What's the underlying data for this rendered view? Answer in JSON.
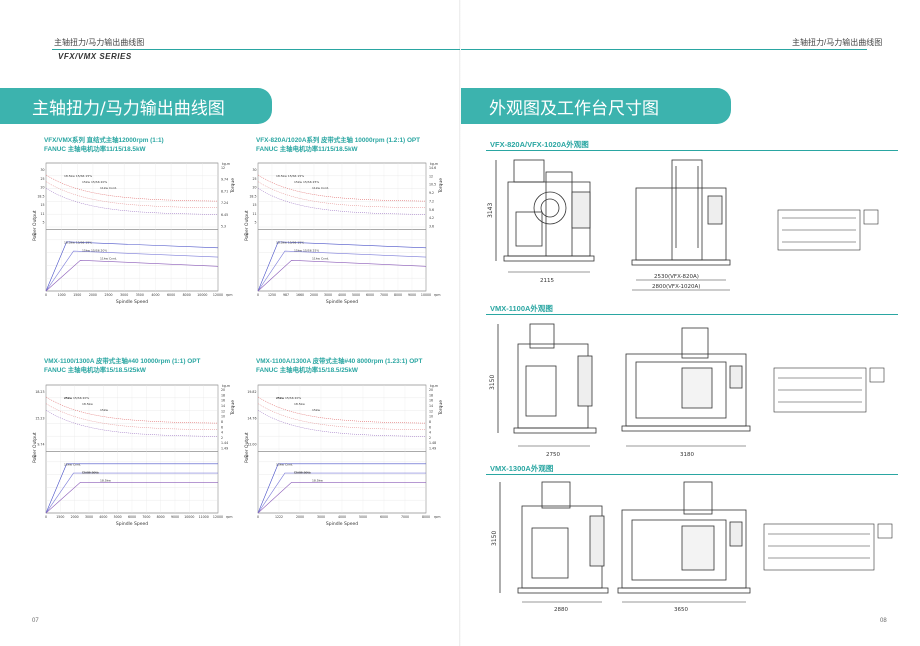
{
  "header": {
    "left_title": "主轴扭力/马力输出曲线图",
    "series": "VFX/VMX SERIES",
    "right_title": "主轴扭力/马力输出曲线图"
  },
  "left_banner": "主轴扭力/马力输出曲线图",
  "right_banner": "外观图及工作台尺寸图",
  "charts": [
    {
      "title1": "VFX/VMX系列 直结式主轴12000rpm (1:1)",
      "title2": "FANUC 主轴电机功率11/15/18.5kW",
      "xlabel": "Spindle Speed",
      "ylabel": "Power Output",
      "y2label": "Torque",
      "unit_kw": "kw",
      "unit_kgm": "kg-m",
      "unit_rpm": "rpm",
      "xticks": [
        "0",
        "1000",
        "1500",
        "2000",
        "2500",
        "3000",
        "3500",
        "4000",
        "6000",
        "8000",
        "10000",
        "12000"
      ],
      "torque_ticks": [
        "12",
        "9.74",
        "8.71",
        "7.24",
        "6.45",
        "5.3"
      ],
      "left_ticks": [
        "30",
        "25",
        "20",
        "18.5",
        "15",
        "11",
        "5"
      ],
      "labels": [
        "18.5kw 15/S6 15%",
        "15kw 15/S6 20%",
        "11kw Cont.",
        "18.5kw 15/S6 15%",
        "15kw 15/S6 20%",
        "11kw Cont."
      ]
    },
    {
      "title1": "VFX-820A/1020A系列 皮带式主轴 10000rpm (1.2:1) OPT",
      "title2": "FANUC 主轴电机功率11/15/18.5kW",
      "xlabel": "Spindle Speed",
      "ylabel": "Power Output",
      "y2label": "Torque",
      "unit_kw": "kw",
      "unit_kgm": "kg-m",
      "unit_rpm": "rpm",
      "xticks": [
        "0",
        "1250",
        "987",
        "1660",
        "2000",
        "3000",
        "4000",
        "5000",
        "6000",
        "7000",
        "8000",
        "9000",
        "10000"
      ],
      "torque_ticks": [
        "14.6",
        "12",
        "10.5",
        "9.2",
        "7.2",
        "5.6",
        "4.2",
        "3.6"
      ],
      "left_ticks": [
        "30",
        "25",
        "20",
        "18.5",
        "15",
        "11",
        "5"
      ],
      "labels": [
        "18.5kw 15/S6 15%",
        "15kw 15/S6 25%",
        "11kw Cont.",
        "18.5kw 15/S6 15%",
        "15kw 15/S6 25%",
        "11kw Cont."
      ]
    },
    {
      "title1": "VMX-1100/1300A 皮带式主轴#40 10000rpm (1:1) OPT",
      "title2": "FANUC 主轴电机功率15/18.5/25kW",
      "xlabel": "Spindle Speed",
      "ylabel": "Power Output",
      "y2label": "Torque",
      "unit_kw": "kw",
      "unit_kgm": "kg-m",
      "unit_rpm": "rpm",
      "xticks": [
        "0",
        "1500",
        "2000",
        "3000",
        "4000",
        "5000",
        "6000",
        "7000",
        "8000",
        "9000",
        "10000",
        "11000",
        "12000"
      ],
      "torque_ticks": [
        "20",
        "18",
        "16",
        "14",
        "12",
        "10",
        "8",
        "6",
        "4",
        "2",
        "1.44",
        "1.49"
      ],
      "left_ticks": [
        "18.23",
        "15.23",
        "9.74"
      ],
      "labels": [
        "25kw",
        "18.5kw",
        "15kw",
        "25kw 15/S6 20%",
        "15/S6 20%",
        "18.5kw",
        "15kw Cont.",
        "Continuous"
      ]
    },
    {
      "title1": "VMX-1100A/1300A 皮带式主轴#40 8000rpm (1.23:1) OPT",
      "title2": "FANUC 主轴电机功率15/18.5/25kW",
      "xlabel": "Spindle Speed",
      "ylabel": "Power Output",
      "y2label": "Torque",
      "unit_kw": "kw",
      "unit_kgm": "kg-m",
      "unit_rpm": "rpm",
      "xticks": [
        "0",
        "1222",
        "2000",
        "3000",
        "4000",
        "5000",
        "6000",
        "7000",
        "8000"
      ],
      "torque_ticks": [
        "20",
        "18",
        "16",
        "14",
        "12",
        "10",
        "8",
        "6",
        "4",
        "2",
        "1.48",
        "1.49"
      ],
      "left_ticks": [
        "19.82",
        "14.76",
        "12.00"
      ],
      "labels": [
        "25kw",
        "18.5kw",
        "15kw",
        "25kw 15/S6 20%",
        "15/S6 20%",
        "18.5kw",
        "15kw Cont.",
        "Continuous"
      ]
    }
  ],
  "sections": [
    {
      "title": "VFX-820A/VFX-1020A外观图",
      "dims": [
        "3143",
        "2115",
        "2530(VFX-820A)",
        "2800(VFX-1020A)"
      ]
    },
    {
      "title": "VMX-1100A外观图",
      "dims": [
        "3150",
        "2750",
        "3180"
      ]
    },
    {
      "title": "VMX-1300A外观图",
      "dims": [
        "3150",
        "2880",
        "3650"
      ]
    }
  ],
  "page_numbers": {
    "left": "07",
    "right": "08"
  },
  "colors": {
    "accent": "#3cb3ae",
    "line_red": "#d94a4a",
    "line_blue": "#4a52c8",
    "line_purple": "#8a5ab8"
  }
}
